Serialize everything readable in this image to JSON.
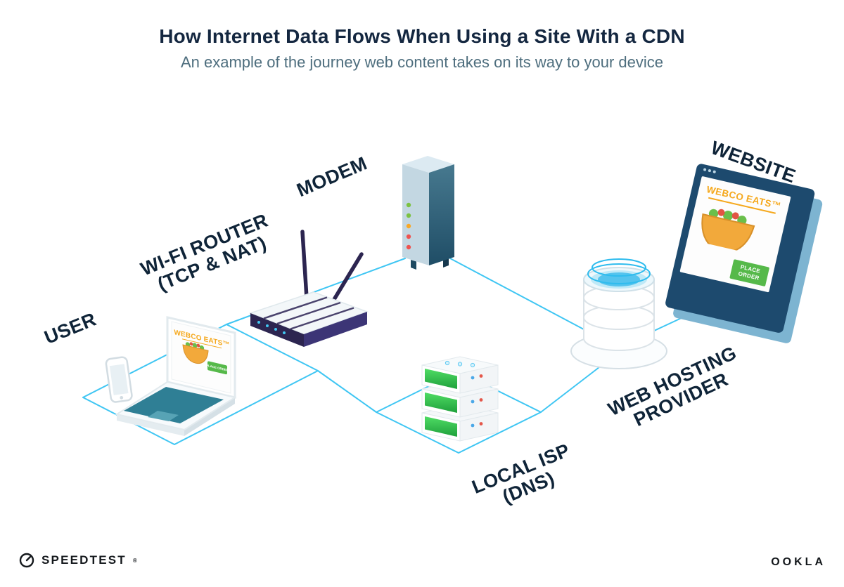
{
  "header": {
    "title": "How Internet Data Flows When Using a Site With a CDN",
    "subtitle": "An example of the journey web content takes on its way to your device"
  },
  "nodes": {
    "user": {
      "label": "USER"
    },
    "router": {
      "label": [
        "WI-FI ROUTER",
        "(TCP & NAT)"
      ]
    },
    "modem": {
      "label": "MODEM"
    },
    "isp": {
      "label": [
        "LOCAL ISP",
        "(DNS)"
      ]
    },
    "hosting": {
      "label": [
        "WEB HOSTING",
        "PROVIDER"
      ]
    },
    "website": {
      "label": "WEBSITE"
    }
  },
  "webco": {
    "brand": "WEBCO EATS™",
    "cta": "PLACE ORDER"
  },
  "footer": {
    "speedtest": "SPEEDTEST",
    "speedtest_mark": "®",
    "ookla": "OOKLA"
  },
  "colors": {
    "connection_line": "#3fc6f3",
    "title_navy": "#142740",
    "subtitle_teal_gray": "#4e6e7e",
    "label_navy": "#0f2438",
    "brand_orange": "#f5a81c",
    "cta_green": "#56b94a",
    "router_purple": "#2c2550",
    "server_led_green": "#35c04f",
    "database_water_blue": "#55c4ee",
    "browser_frame_navy": "#1d4a6e"
  }
}
